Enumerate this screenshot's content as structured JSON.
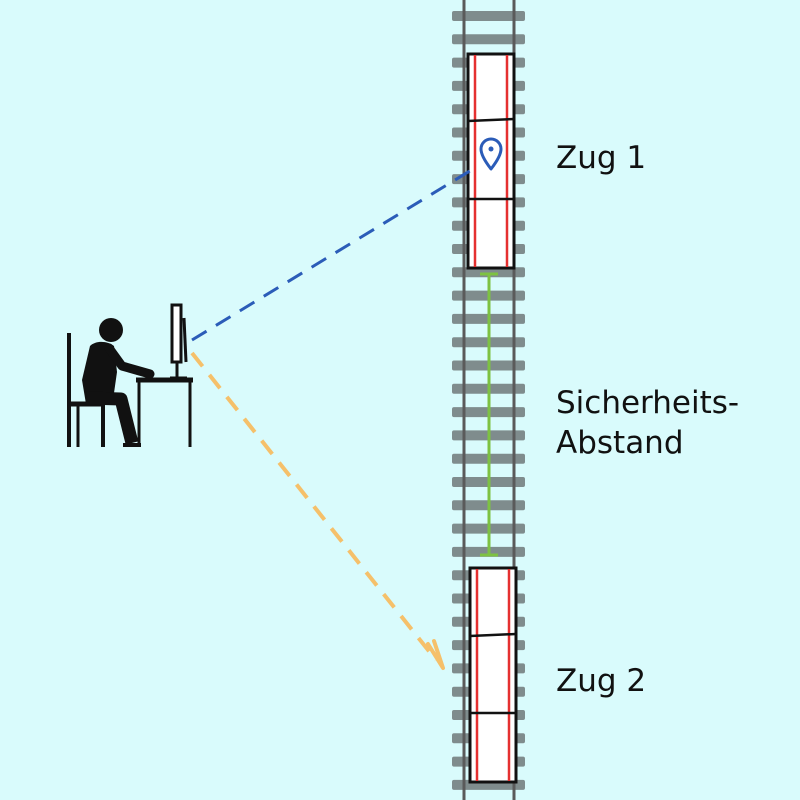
{
  "labels": {
    "train1": "Zug 1",
    "train2": "Zug 2",
    "gap_line1": "Sicherheits-",
    "gap_line2": "Abstand"
  },
  "colors": {
    "background": "#d9fbfc",
    "sleeper": "#7f8c8d",
    "rail": "#555555",
    "train_body": "#ffffff",
    "train_stripe": "#e53030",
    "train_outline": "#111111",
    "position_link": "#2b5cb8",
    "control_link": "#f5c06a",
    "safety_gap": "#7dc242",
    "person": "#111111"
  },
  "icons": {
    "operator": "person-at-computer-icon",
    "position_marker": "map-pin-icon"
  }
}
